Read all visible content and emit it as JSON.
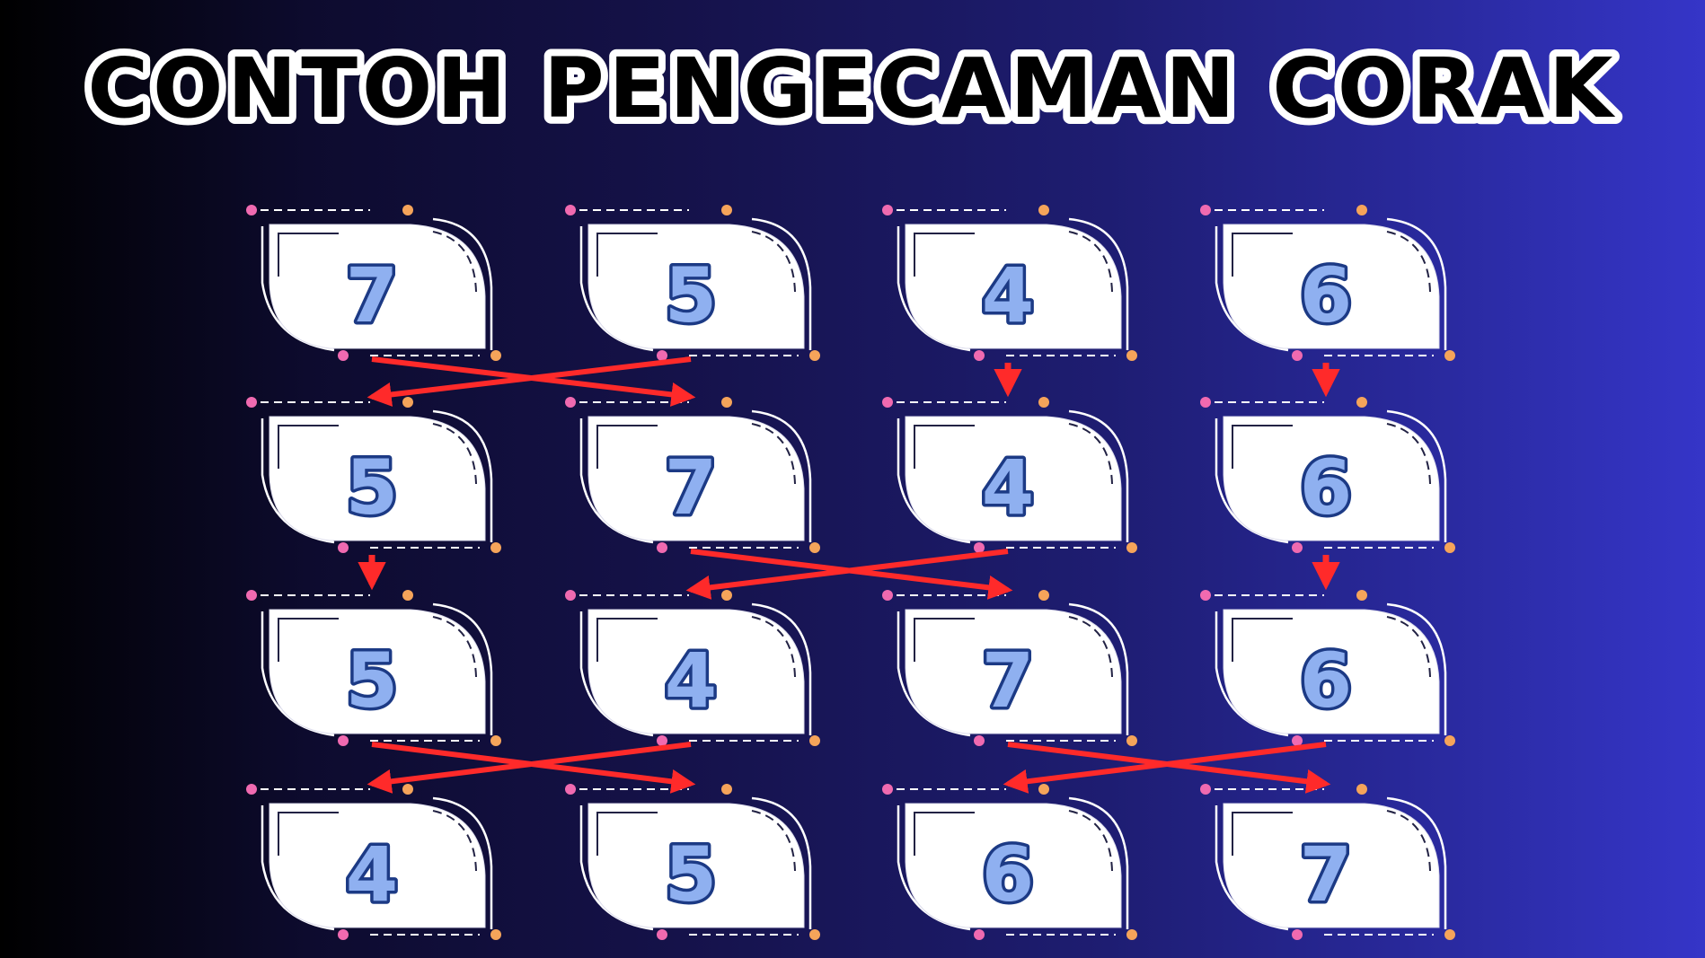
{
  "title": "CONTOH PENGECAMAN CORAK",
  "colors": {
    "arrow": "#ff2a2a",
    "digit_fill": "#8fb0f0",
    "digit_stroke": "#1c3a85",
    "card_fill": "#ffffff",
    "dot_pink": "#f06ab0",
    "dot_orange": "#f5a45a",
    "frame_line": "#ffffff"
  },
  "rows": [
    [
      "7",
      "5",
      "4",
      "6"
    ],
    [
      "5",
      "7",
      "4",
      "6"
    ],
    [
      "5",
      "4",
      "7",
      "6"
    ],
    [
      "4",
      "5",
      "6",
      "7"
    ]
  ],
  "transitions": [
    {
      "from_row": 0,
      "swaps": [
        [
          0,
          1
        ]
      ],
      "down": [
        2,
        3
      ]
    },
    {
      "from_row": 1,
      "swaps": [
        [
          1,
          2
        ]
      ],
      "down": [
        0,
        3
      ]
    },
    {
      "from_row": 2,
      "swaps": [
        [
          0,
          1
        ],
        [
          2,
          3
        ]
      ],
      "down": []
    }
  ]
}
